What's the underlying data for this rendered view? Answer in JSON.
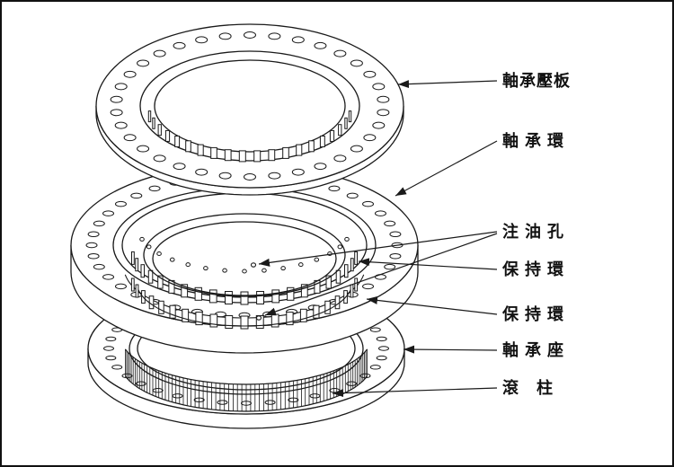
{
  "colors": {
    "background": "#ffffff",
    "line": "#1a1a1a",
    "border": "#111111"
  },
  "labels": [
    {
      "text": "軸承壓板"
    },
    {
      "text": "軸 承 環"
    },
    {
      "text": "注 油 孔"
    },
    {
      "text": "保 持 環"
    },
    {
      "text": "保 持 環"
    },
    {
      "text": "軸 承 座"
    },
    {
      "text": "滾　柱"
    }
  ]
}
